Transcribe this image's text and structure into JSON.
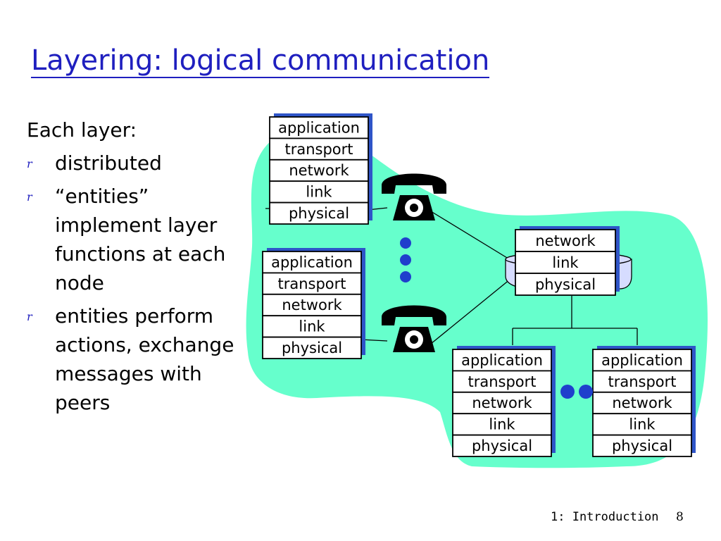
{
  "slide": {
    "title": "Layering: logical communication",
    "heading": "Each layer:",
    "bullets": [
      "distributed",
      "“entities” implement layer functions at each node",
      "entities perform actions, exchange messages with peers"
    ],
    "bullet_marker": "r",
    "footer": "1: Introduction",
    "page_number": "8"
  },
  "diagram": {
    "host_layers": [
      "application",
      "transport",
      "network",
      "link",
      "physical"
    ],
    "router_layers": [
      "network",
      "link",
      "physical"
    ],
    "icons": [
      "telephone-icon",
      "telephone-icon",
      "ellipsis-dots",
      "ellipsis-dots"
    ],
    "colors": {
      "network_fill": "#66ffcc",
      "title_blue": "#1f1fbf",
      "dots_blue": "#1f3fcc",
      "stack_shadow": "#2f55c8",
      "router_cloud": "#d6dcff"
    }
  }
}
